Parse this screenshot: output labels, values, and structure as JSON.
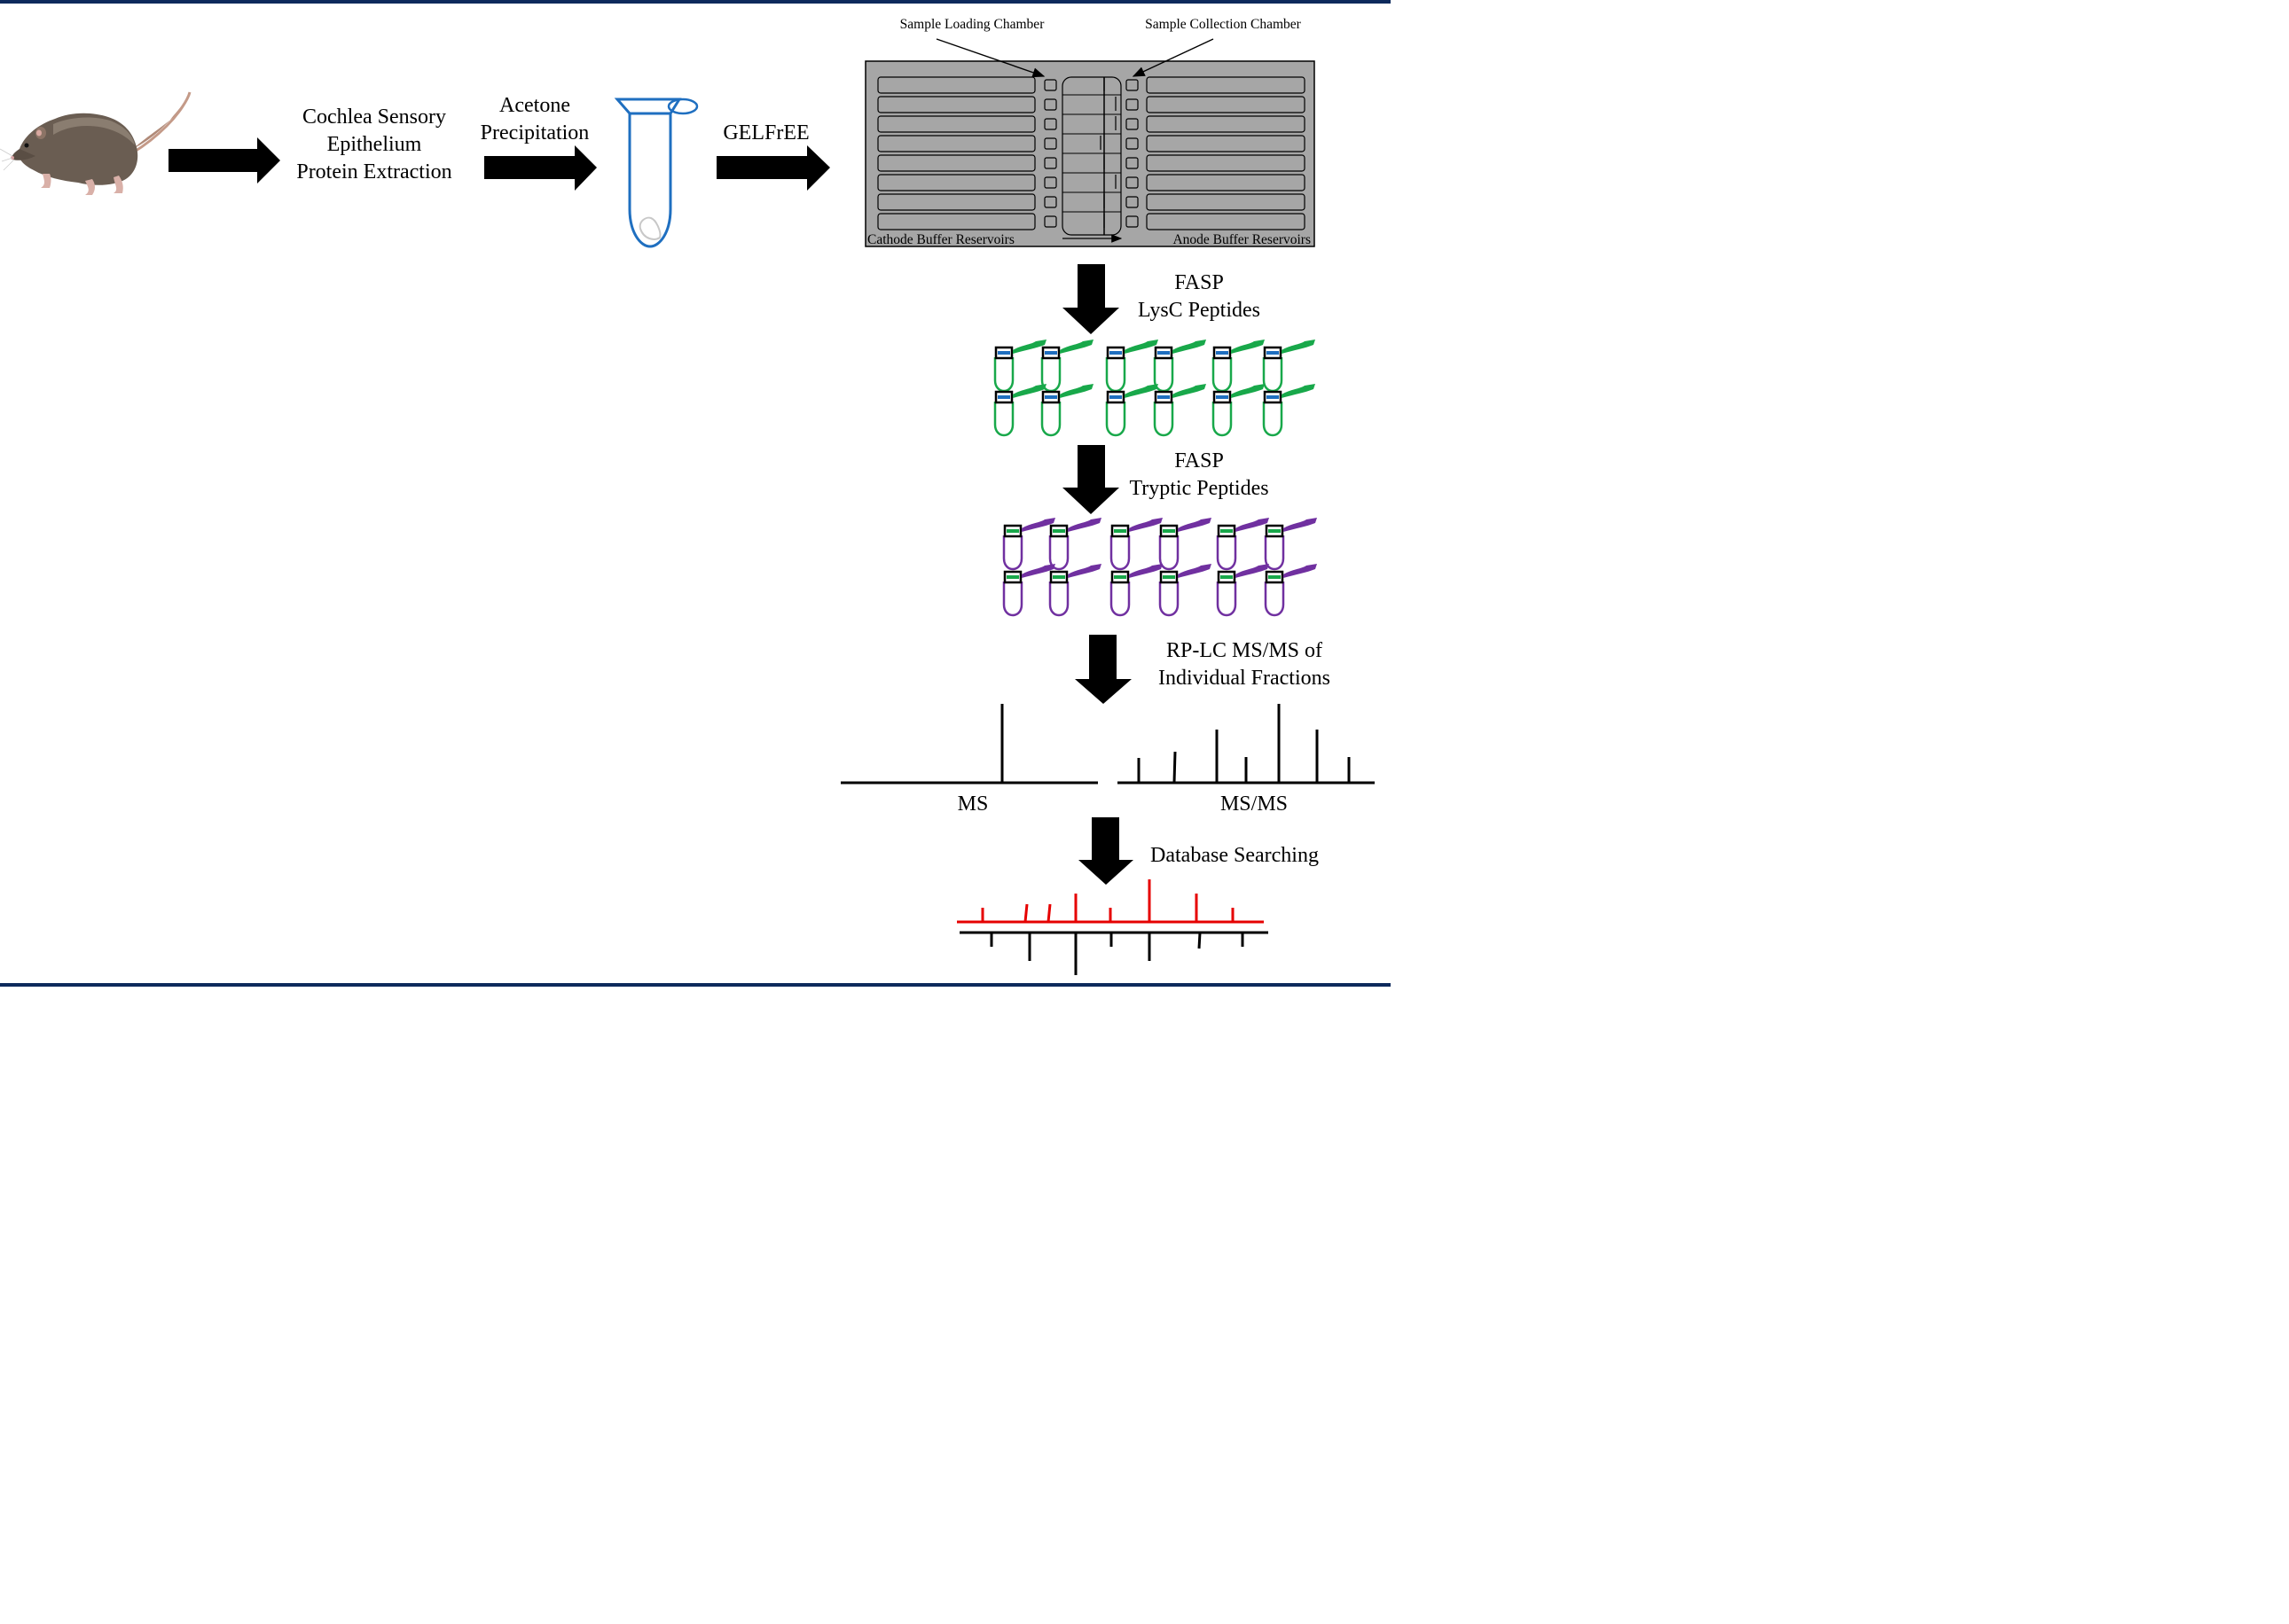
{
  "steps": {
    "extraction": [
      "Cochlea Sensory",
      "Epithelium",
      "Protein Extraction"
    ],
    "precipitation": [
      "Acetone",
      "Precipitation"
    ],
    "gelfree": "GELFrEE",
    "fasp_lysc": [
      "FASP",
      "LysC Peptides"
    ],
    "fasp_tryptic": [
      "FASP",
      "Tryptic Peptides"
    ],
    "rplc": [
      "RP-LC MS/MS of",
      "Individual Fractions"
    ],
    "database": "Database Searching"
  },
  "gelfree_device": {
    "loading_chamber": "Sample Loading Chamber",
    "collection_chamber": "Sample Collection Chamber",
    "cathode": "Cathode Buffer Reservoirs",
    "anode": "Anode Buffer Reservoirs",
    "channels": 8
  },
  "spectra": {
    "ms_label": "MS",
    "msms_label": "MS/MS"
  },
  "colors": {
    "frame": "#0d2a5c",
    "tube": "#1f6fc0",
    "lysc": "#18a84a",
    "tryptic": "#7030a0",
    "match": "#e60000",
    "device": "#a6a6a6"
  }
}
